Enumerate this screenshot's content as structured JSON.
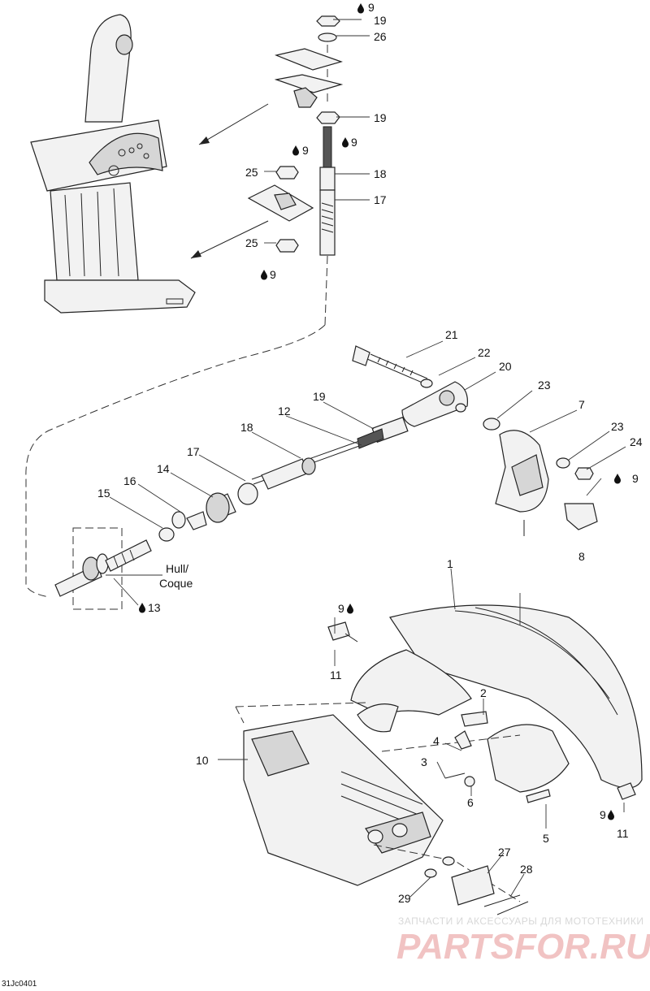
{
  "diagram": {
    "callouts": {
      "c1": "1",
      "c2": "2",
      "c3": "3",
      "c4": "4",
      "c5": "5",
      "c6": "6",
      "c7": "7",
      "c8": "8",
      "c10": "10",
      "c11a": "11",
      "c11b": "11",
      "c12": "12",
      "c14": "14",
      "c15": "15",
      "c16": "16",
      "c17a": "17",
      "c17b": "17",
      "c18a": "18",
      "c18b": "18",
      "c19a": "19",
      "c19b": "19",
      "c19c": "19",
      "c20": "20",
      "c21": "21",
      "c22": "22",
      "c23a": "23",
      "c23b": "23",
      "c24": "24",
      "c25a": "25",
      "c25b": "25",
      "c26": "26",
      "c27": "27",
      "c28": "28",
      "c29": "29",
      "s9a": "9",
      "s9b": "9",
      "s9c": "9",
      "s9d": "9",
      "s9e": "9",
      "s9f": "9",
      "s9g": "9",
      "s13": "13"
    },
    "hull_label_line1": "Hull/",
    "hull_label_line2": "Coque",
    "figure_code": "31Jc0401"
  },
  "watermark": {
    "top_text": "ЗАПЧАСТИ И АКСЕССУАРЫ ДЛЯ МОТОТЕХНИКИ",
    "logo_text": "PARTSFOR.RU"
  }
}
